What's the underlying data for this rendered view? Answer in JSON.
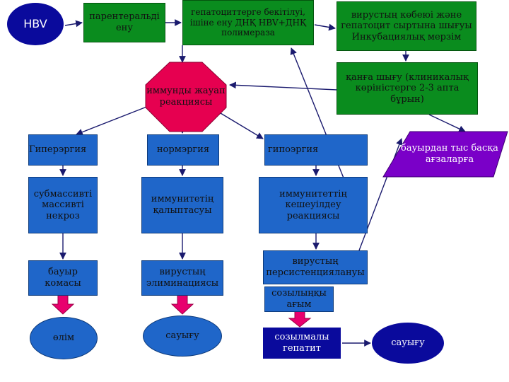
{
  "nodes": {
    "hbv": "HBV",
    "parenteral": "парентеральді ену",
    "hepatocyte_bind": "гепатоциттерге бекітілуі, ішіне ену ДНҚ HBV+ДНҚ полимераза",
    "replication": "вирустың көбеюі және гепатоцит сыртына шығуы Инкубациялық мерзім",
    "immune": "иммунды жауап реакциясы",
    "blood_exit": "қанға шығу (клиникалық көріністерге 2-3 апта бұрын)",
    "hyperergy": "Гиперэргия",
    "normergy": "нормэргия",
    "hypoergy": "гипоэргия",
    "extrahepatic": "бауырдан тыс басқа ағзаларға",
    "necrosis": "субмассивті массивті некроз",
    "immunity_formation": "иммунитетің қалыптасуы",
    "delayed_immunity": "иммунитеттің кешеуілдеу реакциясы",
    "liver_coma": "бауыр комасы",
    "elimination": "вирустың элиминациясы",
    "persistence": "вирустың персистенциялануы",
    "chronic_course": "созылыңқы ағым",
    "death": "өлім",
    "recovery": "сауығу",
    "chronic_hepatitis": "созылмалы гепатит",
    "recovery2": "сауығу"
  }
}
